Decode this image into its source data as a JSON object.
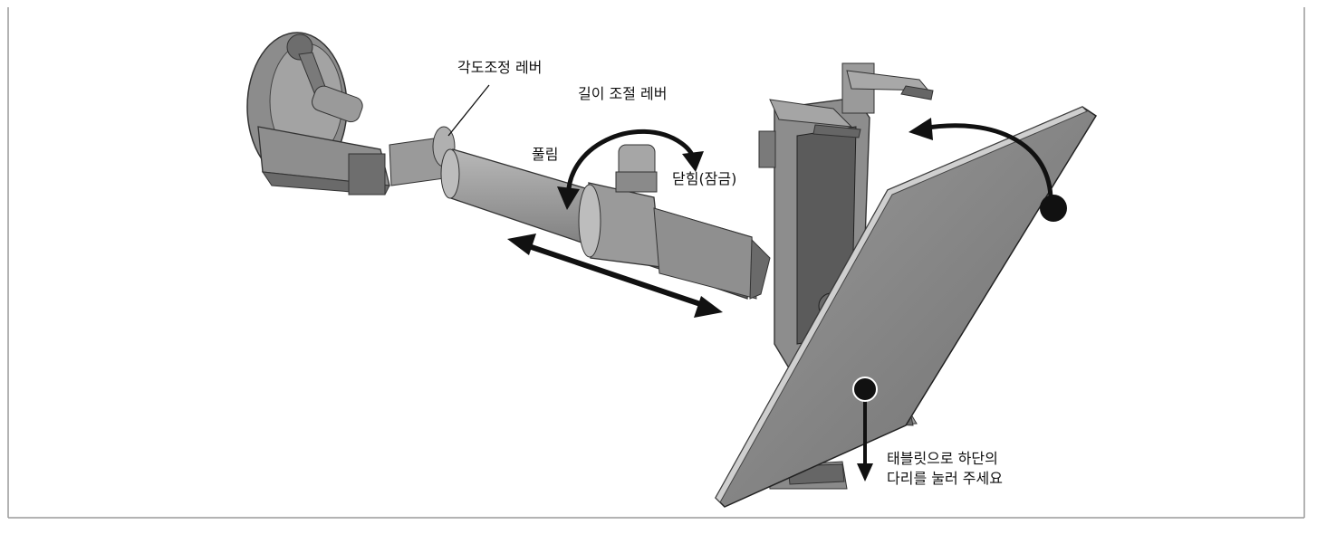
{
  "labels": {
    "angle_lever": "각도조정 레버",
    "length_lever": "길이 조절 레버",
    "release": "풀림",
    "lock": "닫힘(잠금)",
    "tablet_line1": "태블릿으로 하단의",
    "tablet_line2": "다리를 눌러 주세요"
  },
  "colors": {
    "frame": "#9a9a9a",
    "device_dark": "#5c5c5c",
    "device_mid": "#8a8a8a",
    "device_light": "#a9a9a9",
    "arrow": "#111111"
  }
}
